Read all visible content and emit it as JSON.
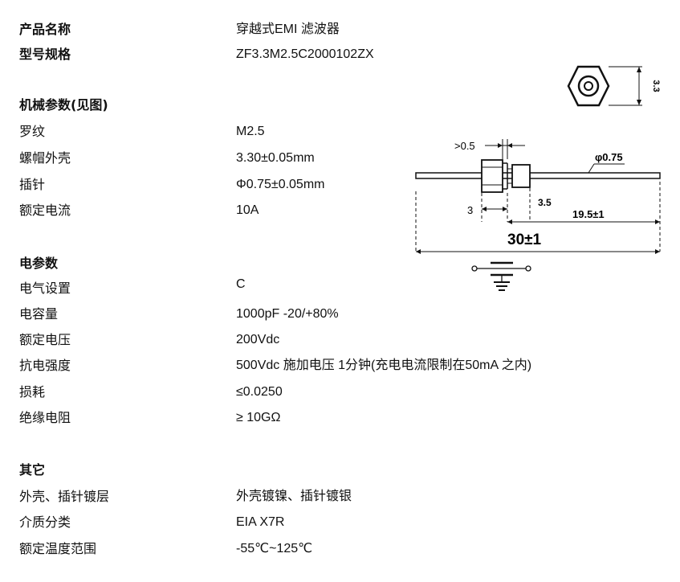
{
  "product": {
    "name_label": "产品名称",
    "name_value": "穿越式EMI 滤波器",
    "model_label": "型号规格",
    "model_value": "ZF3.3M2.5C2000102ZX"
  },
  "mechanical": {
    "title": "机械参数(见图)",
    "rows": [
      {
        "label": "罗纹",
        "value": "M2.5"
      },
      {
        "label": "螺帽外壳",
        "value": "3.30±0.05mm"
      },
      {
        "label": "插针",
        "value": "Φ0.75±0.05mm"
      },
      {
        "label": "额定电流",
        "value": "10A"
      }
    ]
  },
  "electrical": {
    "title": "电参数",
    "rows": [
      {
        "label": "电气设置",
        "value": "C"
      },
      {
        "label": "电容量",
        "value": "1000pF  -20/+80%"
      },
      {
        "label": "额定电压",
        "value": "200Vdc"
      },
      {
        "label": "抗电强度",
        "value": "500Vdc  施加电压 1分钟(充电电流限制在50mA 之内)"
      },
      {
        "label": "损耗",
        "value": "≤0.0250"
      },
      {
        "label": "绝缘电阻",
        "value": "≥ 10GΩ"
      }
    ]
  },
  "other": {
    "title": "其它",
    "rows": [
      {
        "label": "外壳、插针镀层",
        "value": "外壳镀镍、插针镀银"
      },
      {
        "label": "介质分类",
        "value": "EIA X7R"
      },
      {
        "label": "额定温度范围",
        "value": "-55℃~125℃"
      }
    ]
  },
  "drawing": {
    "hex_dim": "3.3",
    "gap_dim": ">0.5",
    "pin_dia": "φ0.75",
    "dim_3": "3",
    "dim_35": "3.5",
    "dim_195": "19.5±1",
    "dim_30": "30±1"
  }
}
